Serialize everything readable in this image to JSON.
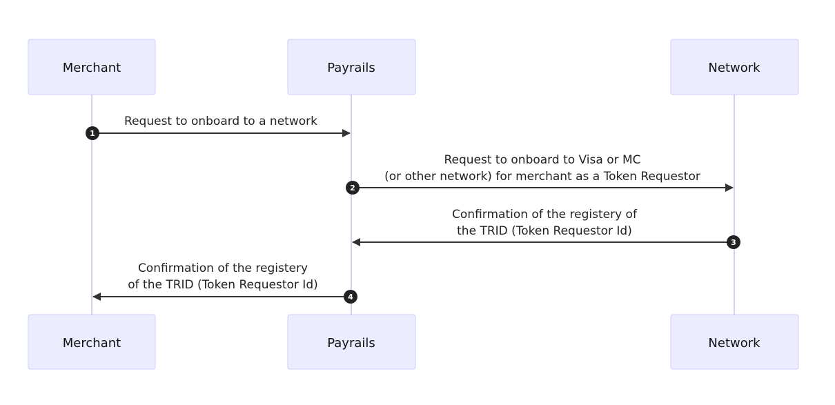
{
  "participants": [
    {
      "id": "merchant",
      "label": "Merchant"
    },
    {
      "id": "payrails",
      "label": "Payrails"
    },
    {
      "id": "network",
      "label": "Network"
    }
  ],
  "messages": [
    {
      "number": "1",
      "from": "merchant",
      "to": "payrails",
      "lines": [
        "Request to onboard to a network"
      ]
    },
    {
      "number": "2",
      "from": "payrails",
      "to": "network",
      "lines": [
        "Request to onboard to Visa or MC",
        "(or other network) for merchant as a Token Requestor"
      ]
    },
    {
      "number": "3",
      "from": "network",
      "to": "payrails",
      "lines": [
        "Confirmation of the registery of",
        "the TRID (Token Requestor Id)"
      ]
    },
    {
      "number": "4",
      "from": "payrails",
      "to": "merchant",
      "lines": [
        "Confirmation of the registery",
        "of the TRID (Token Requestor Id)"
      ]
    }
  ],
  "colors": {
    "actor_fill": "#ECECFF",
    "actor_stroke": "#CCCCFF",
    "lifeline": "#D3D0F0",
    "message_line": "#333333",
    "badge": "#222222"
  }
}
